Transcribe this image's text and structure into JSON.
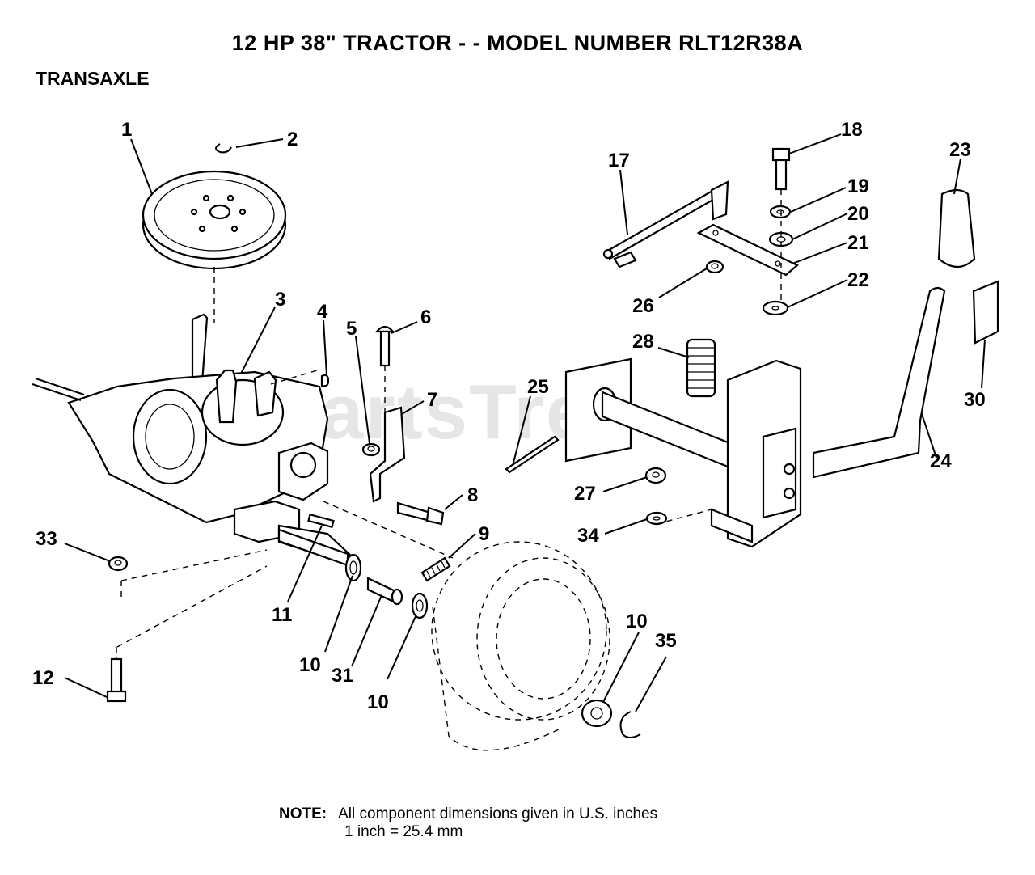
{
  "header": {
    "title": "12 HP 38\" TRACTOR - - MODEL NUMBER RLT12R38A",
    "section": "TRANSAXLE"
  },
  "watermark": "PartsTree",
  "callouts": [
    "1",
    "2",
    "3",
    "4",
    "5",
    "6",
    "7",
    "8",
    "9",
    "10",
    "11",
    "12",
    "17",
    "18",
    "19",
    "20",
    "21",
    "22",
    "23",
    "24",
    "25",
    "26",
    "27",
    "28",
    "30",
    "31",
    "33",
    "34",
    "35"
  ],
  "labels": {
    "c1": "1",
    "c2": "2",
    "c3": "3",
    "c4": "4",
    "c5": "5",
    "c6": "6",
    "c7": "7",
    "c8": "8",
    "c9": "9",
    "c10a": "10",
    "c10b": "10",
    "c10c": "10",
    "c11": "11",
    "c12": "12",
    "c17": "17",
    "c18": "18",
    "c19": "19",
    "c20": "20",
    "c21": "21",
    "c22": "22",
    "c23": "23",
    "c24": "24",
    "c25": "25",
    "c26": "26",
    "c27": "27",
    "c28": "28",
    "c30": "30",
    "c31": "31",
    "c33": "33",
    "c34": "34",
    "c35": "35"
  },
  "note": {
    "label": "NOTE:",
    "line1": "All component dimensions given in U.S. inches",
    "line2": "1 inch = 25.4 mm"
  }
}
